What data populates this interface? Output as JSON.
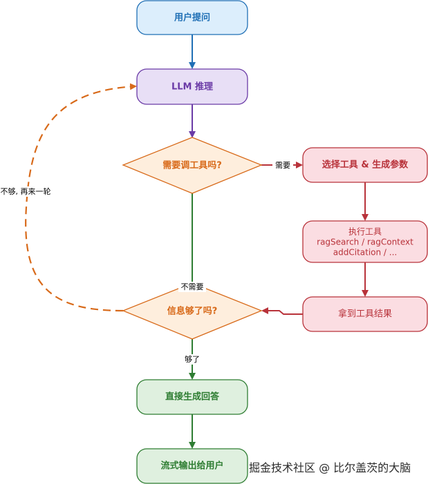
{
  "nodes": {
    "user_question": "用户提问",
    "llm_reasoning": "LLM 推理",
    "need_tool": "需要调工具吗?",
    "select_tool": "选择工具 & 生成参数",
    "execute_tool": {
      "line1": "执行工具",
      "line2": "ragSearch / ragContext",
      "line3": "addCitation / ..."
    },
    "get_result": "拿到工具结果",
    "enough_info": "信息够了吗?",
    "generate_answer": "直接生成回答",
    "stream_output": "流式输出给用户"
  },
  "edges": {
    "need": "需要",
    "no_need": "不需要",
    "enough": "够了",
    "not_enough": "不够, 再来一轮"
  },
  "watermark": "掘金技术社区 @ 比尔盖茨的大脑",
  "colors": {
    "blue": "#1f6fb5",
    "purple": "#6a3aa6",
    "orange": "#d86a1a",
    "red": "#b8323a",
    "green": "#2e7d32"
  }
}
